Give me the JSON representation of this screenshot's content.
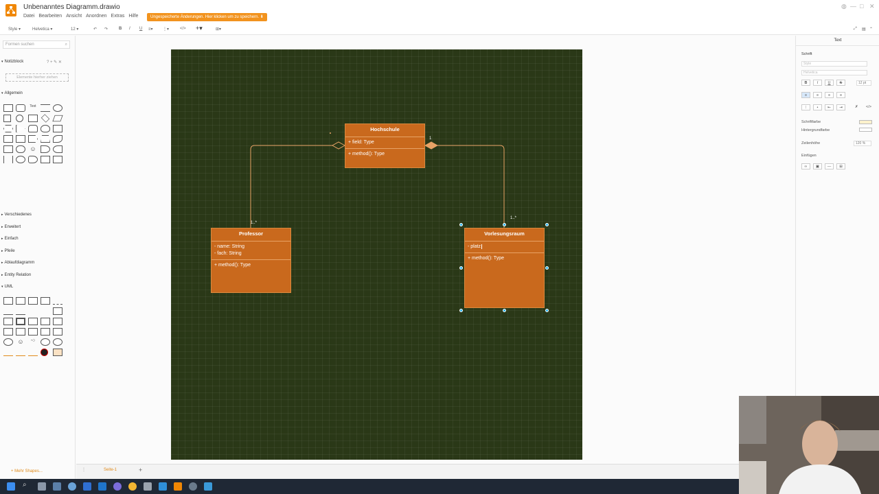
{
  "window": {
    "title": "Unbenanntes Diagramm.drawio",
    "menu": [
      "Datei",
      "Bearbeiten",
      "Ansicht",
      "Anordnen",
      "Extras",
      "Hilfe"
    ],
    "unsaved_notice": "Ungespeicherte Änderungen. Hier klicken um zu speichern. ⬇"
  },
  "toolbar": {
    "style": "Style",
    "font": "Helvetica",
    "size": "12"
  },
  "sidebar": {
    "search_placeholder": "Formen suchen",
    "scratchpad": "Notizblock",
    "scratchpad_hint": "Elemente hierher ziehen",
    "sections": [
      "Allgemein",
      "Verschiedenes",
      "Erweitert",
      "Einfach",
      "Pfeile",
      "Ablaufdiagramm",
      "Entity Relation",
      "UML"
    ],
    "more_shapes": "+ Mehr Shapes..."
  },
  "diagram": {
    "classes": [
      {
        "id": "hochschule",
        "name": "Hochschule",
        "attributes": [
          "+ field: Type"
        ],
        "methods": [
          "+ method(): Type"
        ]
      },
      {
        "id": "professor",
        "name": "Professor",
        "attributes": [
          "- name: String",
          "- fach: String"
        ],
        "methods": [
          "+ method(): Type"
        ]
      },
      {
        "id": "vorlesungsraum",
        "name": "Vorlesungsraum",
        "attributes": [
          "- platz"
        ],
        "methods": [
          "+ method(): Type"
        ]
      }
    ],
    "multiplicities": {
      "professor_end": "1..*",
      "hochschule_right": "1",
      "vorlesungsraum_end": "1..*"
    },
    "colors": {
      "page_bg": "#2a3817",
      "class_fill": "#c9691d",
      "selection": "#29b6f2"
    }
  },
  "format_panel": {
    "tab": "Text",
    "font_section": "Schrift",
    "style_placeholder": "Style",
    "font_value": "Helvetica",
    "font_size": "12 pt",
    "font_color_label": "Schriftfarbe",
    "bg_color_label": "Hintergrundfarbe",
    "line_height_label": "Zeilenhöhe",
    "line_height_value": "120 %",
    "insert_label": "Einfügen"
  },
  "pages": {
    "current": "Seite-1",
    "add": "+"
  }
}
